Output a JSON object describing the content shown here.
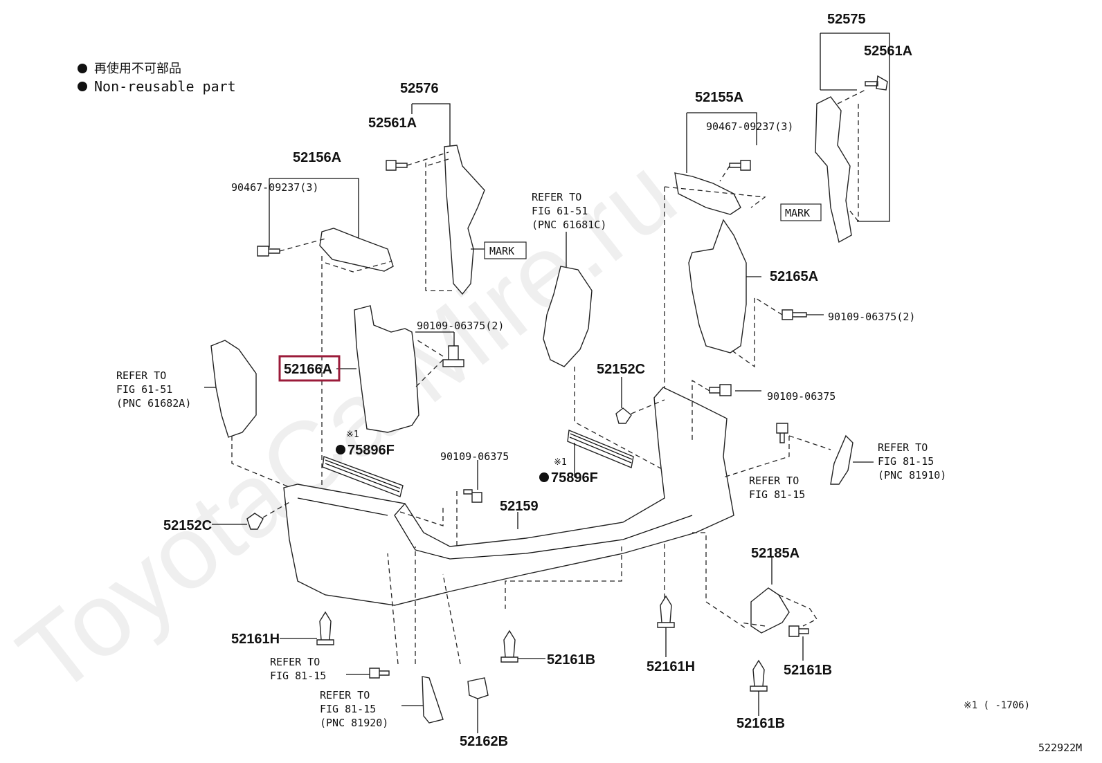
{
  "legend": {
    "jp": "再使用不可部品",
    "en": "Non-reusable part"
  },
  "watermark": "ToyotaCarMire.ru",
  "footnote_mark": "※1",
  "footnote": "※1 (      -1706)",
  "figure_id": "522922M",
  "highlight_color": "#9b1b3a",
  "mark_label": "MARK",
  "parts": {
    "p52575": "52575",
    "p52561A_r": "52561A",
    "p52576": "52576",
    "p52561A_l": "52561A",
    "p52156A": "52156A",
    "p90467_l": "90467-09237(3)",
    "p52155A": "52155A",
    "p90467_r": "90467-09237(3)",
    "p52165A": "52165A",
    "p90109_2_r": "90109-06375(2)",
    "p90109_2_c": "90109-06375(2)",
    "p52166A": "52166A",
    "p52152C_c": "52152C",
    "p90109_r": "90109-06375",
    "p75896F_l": "75896F",
    "p90109_c": "90109-06375",
    "p75896F_r": "75896F",
    "p52159": "52159",
    "p52152C_l": "52152C",
    "p52185A": "52185A",
    "p52161H_l": "52161H",
    "p52161B_c": "52161B",
    "p52161H_r": "52161H",
    "p52161B_r": "52161B",
    "p52161B_b": "52161B",
    "p52162B": "52162B"
  },
  "refs": {
    "r1": [
      "REFER TO",
      "FIG 61-51",
      "(PNC 61681C)"
    ],
    "r2": [
      "REFER TO",
      "FIG 61-51",
      "(PNC 61682A)"
    ],
    "r3": [
      "REFER TO",
      "FIG 81-15",
      "(PNC 81910)"
    ],
    "r4": [
      "REFER TO",
      "FIG 81-15"
    ],
    "r5": [
      "REFER TO",
      "FIG 81-15"
    ],
    "r6": [
      "REFER TO",
      "FIG 81-15",
      "(PNC 81920)"
    ]
  }
}
